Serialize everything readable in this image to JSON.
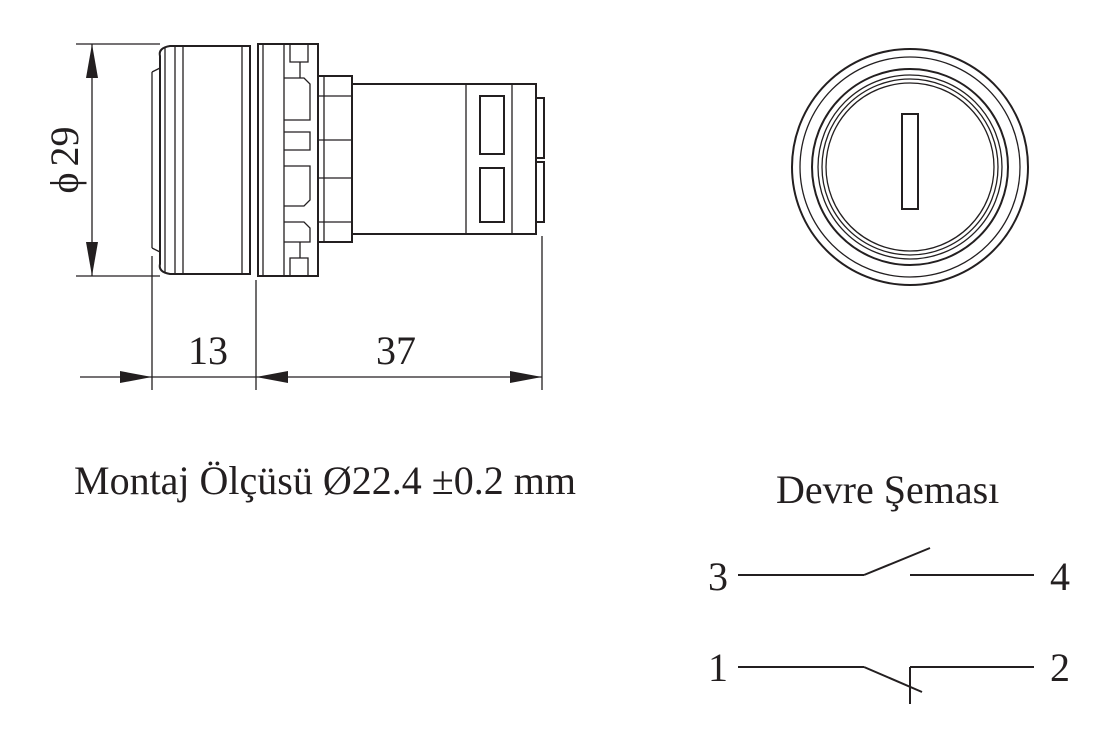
{
  "dimensions": {
    "diameter": "29",
    "diameter_symbol": "ϕ",
    "front_length": "13",
    "body_length": "37"
  },
  "captions": {
    "mounting": "Montaj Ölçüsü Ø22.4 ±0.2 mm",
    "circuit_title": "Devre Şeması"
  },
  "circuit": {
    "no_contact": {
      "left": "3",
      "right": "4"
    },
    "nc_contact": {
      "left": "1",
      "right": "2"
    }
  }
}
